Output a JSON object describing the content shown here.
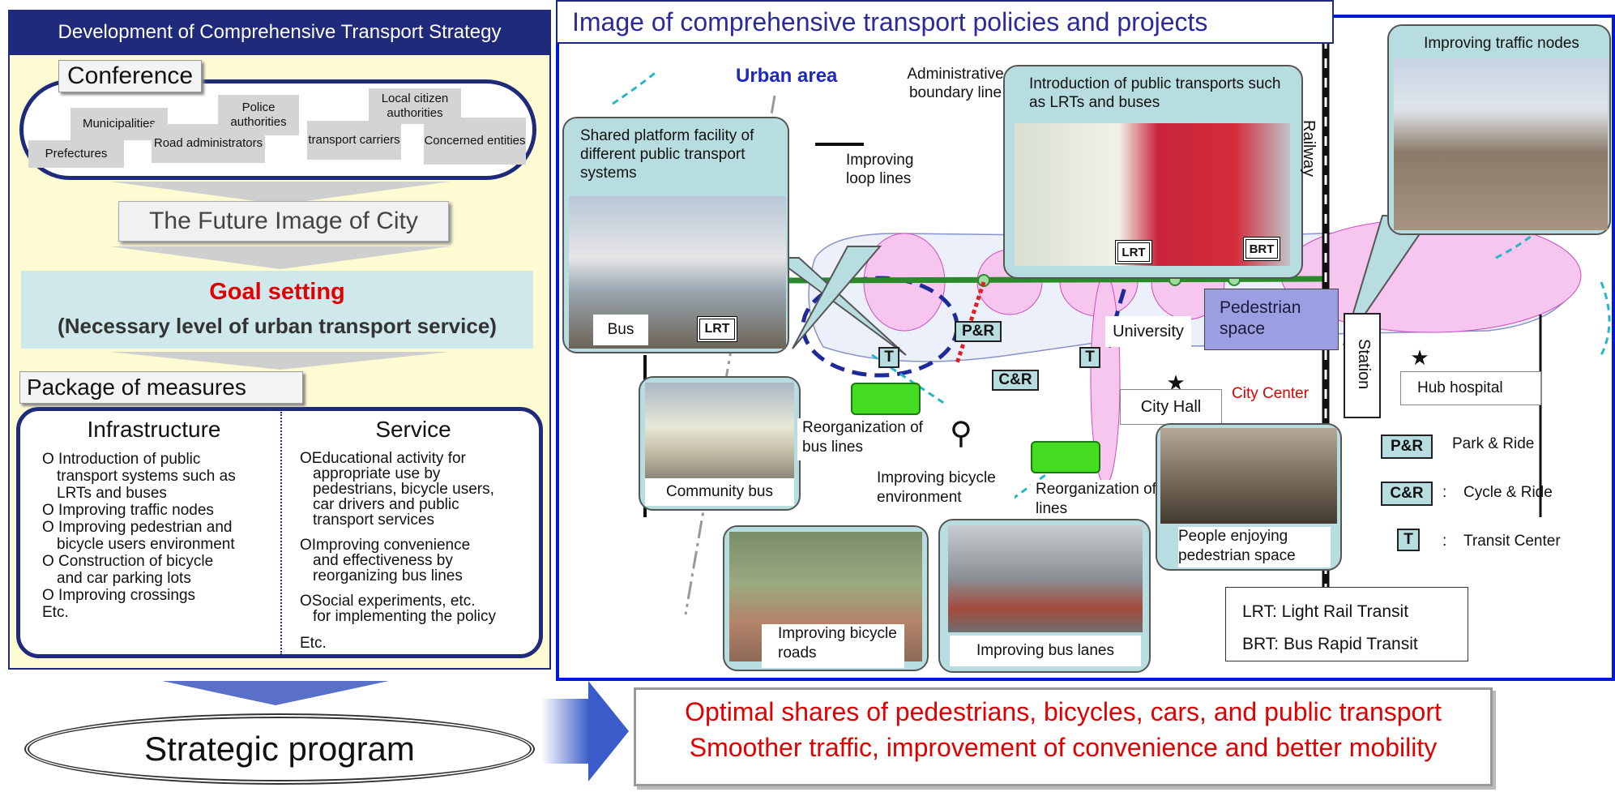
{
  "left": {
    "header": "Development of Comprehensive Transport Strategy",
    "conference": {
      "title": "Conference",
      "entities": [
        "Prefectures",
        "Municipalities",
        "Road administrators",
        "Police authorities",
        "transport carriers",
        "Local citizen authorities",
        "Concerned entities"
      ]
    },
    "future_image": "The Future Image of  City",
    "goal_title": "Goal setting",
    "goal_sub": "(Necessary level of urban transport service)",
    "package": {
      "title": "Package of measures",
      "infra_title": "Infrastructure",
      "infra_items": [
        "O Introduction of public",
        "transport systems such as",
        "LRTs and buses",
        "O Improving traffic nodes",
        "O Improving pedestrian and",
        "bicycle users environment",
        "O Construction of bicycle",
        "and car parking lots",
        "O Improving crossings",
        "Etc."
      ],
      "service_title": "Service",
      "service_items": [
        "OEducational activity for",
        "appropriate use by",
        "pedestrians, bicycle users,",
        "car drivers and public",
        "transport services",
        "OImproving convenience",
        "and effectiveness by",
        "reorganizing bus lines",
        "OSocial experiments, etc.",
        "for implementing the policy",
        "Etc."
      ]
    },
    "strategic": "Strategic program"
  },
  "right": {
    "title": "Image of comprehensive transport policies and projects",
    "urban_area": "Urban area",
    "admin_line": "Administrative boundary line",
    "loop_lines": "Improving loop lines",
    "shared_platform": "Shared platform facility of different public transport systems",
    "bus": "Bus",
    "lrt_badge": "LRT",
    "brt_badge": "BRT",
    "intro_public": "Introduction of public transports such as LRTs and buses",
    "railway": "Railway",
    "traffic_nodes": "Improving traffic nodes",
    "pandr": "P&R",
    "candr": "C&R",
    "t": "T",
    "university": "University",
    "pedestrian_space": "Pedestrian space",
    "station": "Station",
    "city_hall": "City Hall",
    "city_center": "City Center",
    "hub_hospital": "Hub hospital",
    "community_bus": "Community bus",
    "reorg1": "Reorganization of bus lines",
    "reorg2": "Reorganization of bus lines",
    "bicycle_env": "Improving bicycle environment",
    "people_enjoying": "People enjoying pedestrian space",
    "bicycle_roads": "Improving bicycle roads",
    "bus_lanes": "Improving bus lanes",
    "legend_pr": "Park & Ride",
    "legend_cr": "Cycle & Ride",
    "legend_t": "Transit Center",
    "colon": ":",
    "lrt_def": "LRT: Light Rail Transit",
    "brt_def": "BRT: Bus Rapid Transit"
  },
  "outcome": {
    "line1": "Optimal shares of pedestrians, bicycles, cars, and public transport",
    "line2": "Smoother traffic, improvement of convenience and better mobility"
  }
}
